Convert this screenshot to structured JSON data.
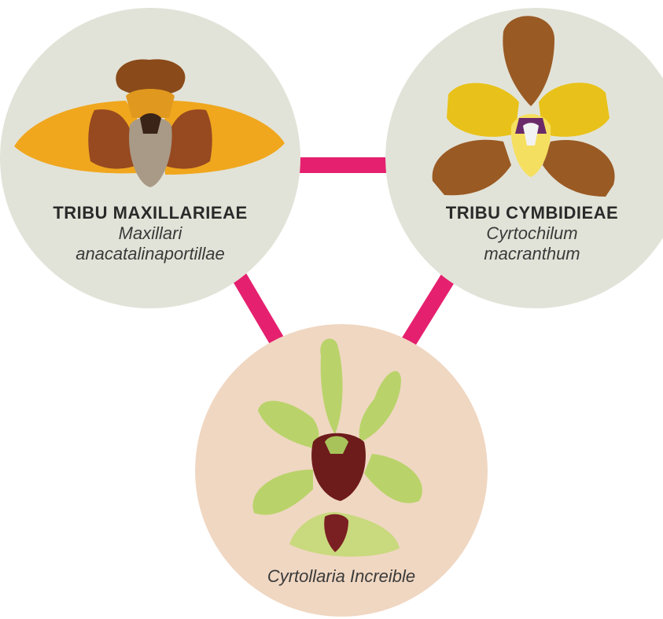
{
  "colors": {
    "connector": "#e5206f",
    "circle_green": "#e2e3d8",
    "circle_peach": "#f0d7c2",
    "maxillaria_petal": "#f0a71e",
    "maxillaria_center": "#5a1a22",
    "cyrtochilum_yellow": "#e8c21a",
    "cyrtochilum_brown": "#9a5a24",
    "hybrid_green": "#b9d36a",
    "hybrid_maroon": "#6e1b1c"
  },
  "nodes": {
    "left": {
      "tribe": "TRIBU MAXILLARIEAE",
      "species_line1": "Maxillari",
      "species_line2": "anacatalinaportillae",
      "icon": "maxillaria-orchid-photo"
    },
    "right": {
      "tribe": "TRIBU CYMBIDIEAE",
      "species_line1": "Cyrtochilum",
      "species_line2": "macranthum",
      "icon": "cyrtochilum-orchid-photo"
    },
    "bottom": {
      "species": "Cyrtollaria Increible",
      "icon": "cyrtollaria-hybrid-orchid-photo"
    }
  }
}
